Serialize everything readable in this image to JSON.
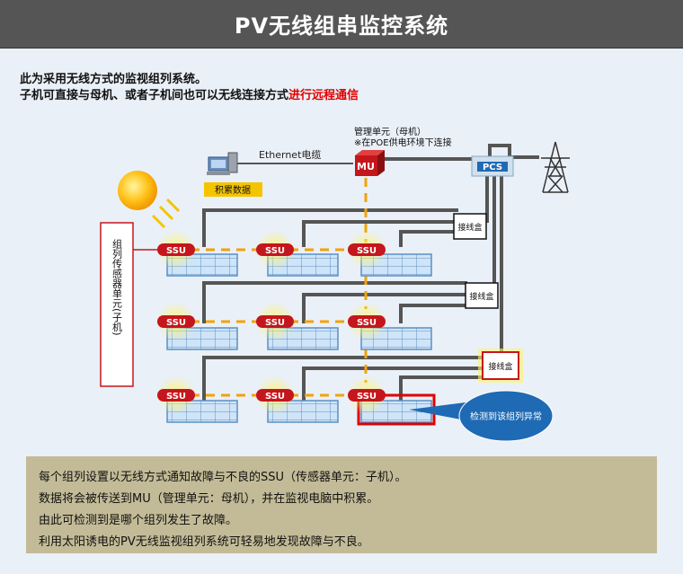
{
  "header": {
    "title": "PV无线组串监控系统"
  },
  "intro": {
    "line1": "此为采用无线方式的监视组列系统。",
    "line2_prefix": "子机可直接与母机、或者子机间也可以无线连接方式",
    "line2_highlight": "进行远程通信"
  },
  "diagram": {
    "ethernet_label": "Ethernet电缆",
    "data_accum_label": "积累数据",
    "mu_title": "管理单元（母机）",
    "mu_note": "※在POE供电环境下连接",
    "mu_label": "MU",
    "pcs_label": "PCS",
    "ssu_label": "SSU",
    "junction_label": "接线盒",
    "sensor_unit_label": "组列传感器单元(子机)",
    "anomaly_label": "检测到该组列异常"
  },
  "footer": {
    "lines": [
      "每个组列设置以无线方式通知故障与不良的SSU（传感器单元：子机）。",
      "数据将会被传送到MU（管理单元：母机），并在监视电脑中积累。",
      "由此可检测到是哪个组列发生了故障。",
      "利用太阳诱电的PV无线监视组列系统可轻易地发现故障与不良。"
    ]
  },
  "colors": {
    "header_bg": "#555555",
    "highlight": "#e00000",
    "ssu_red": "#c4161c",
    "wireless_orange": "#f2a20a",
    "panel_blue": "#cfe4f7",
    "footer_bg": "#c3bb97",
    "anomaly_blue": "#1f6ab4"
  }
}
